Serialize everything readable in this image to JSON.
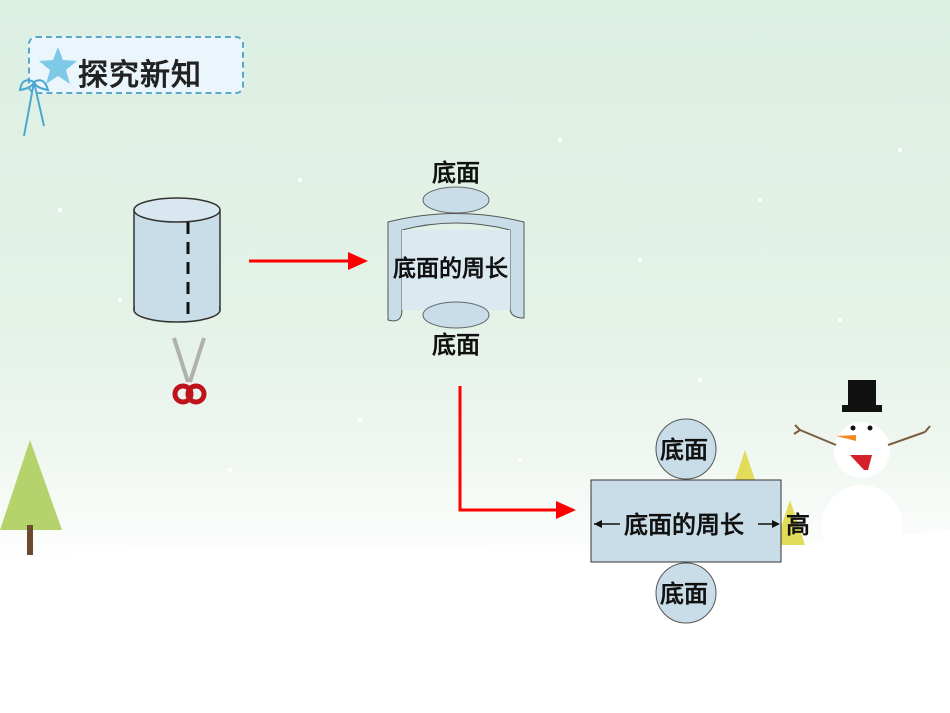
{
  "header": {
    "title": "探究新知"
  },
  "diagram": {
    "top_base_label": "底面",
    "lateral_label": "底面的周长",
    "bottom_base_label": "底面",
    "net_top_base_label": "底面",
    "net_rect_label": "底面的周长",
    "net_height_label": "高",
    "net_bottom_base_label": "底面"
  },
  "colors": {
    "arrow": "#ff0000",
    "surface": "#c9dde8",
    "outline": "#333333"
  },
  "icons": [
    "star-icon",
    "ribbon-icon",
    "scissors-icon",
    "snowman-icon",
    "tree-icon"
  ]
}
